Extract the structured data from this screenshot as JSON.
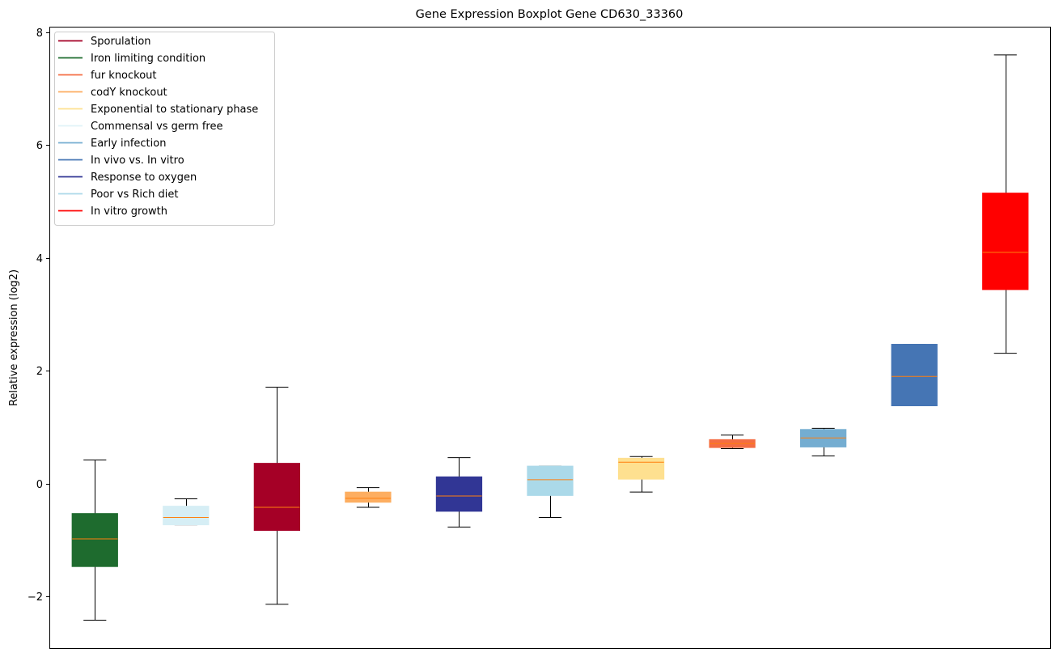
{
  "chart_data": {
    "type": "boxplot",
    "title": "Gene Expression Boxplot Gene CD630_33360",
    "xlabel": "",
    "ylabel": "Relative expression (log2)",
    "ylim": [
      -2.93,
      8.1
    ],
    "yticks": [
      -2,
      0,
      2,
      4,
      6,
      8
    ],
    "ytick_labels": [
      "−2",
      "0",
      "2",
      "4",
      "6",
      "8"
    ],
    "grid": false,
    "legend_position": "upper-left",
    "legend": [
      {
        "label": "Sporulation",
        "color": "#a50026"
      },
      {
        "label": "Iron limiting condition",
        "color": "#1e6b2e"
      },
      {
        "label": "fur knockout",
        "color": "#f46d43"
      },
      {
        "label": "codY knockout",
        "color": "#fdae61"
      },
      {
        "label": "Exponential to stationary phase",
        "color": "#fee090"
      },
      {
        "label": "Commensal vs germ free",
        "color": "#e0f3f8"
      },
      {
        "label": "Early infection",
        "color": "#74add1"
      },
      {
        "label": "In vivo vs. In vitro",
        "color": "#4575b4"
      },
      {
        "label": "Response to oxygen",
        "color": "#313695"
      },
      {
        "label": "Poor vs Rich diet",
        "color": "#abd9e9"
      },
      {
        "label": "In vitro growth",
        "color": "#ff0000"
      }
    ],
    "boxes": [
      {
        "color": "#1e6b2e",
        "whislo": -2.42,
        "q1": -1.47,
        "med": -0.98,
        "q3": -0.53,
        "whishi": 0.42
      },
      {
        "color": "#d6eef5",
        "whislo": -0.73,
        "q1": -0.73,
        "med": -0.6,
        "q3": -0.4,
        "whishi": -0.27
      },
      {
        "color": "#a50026",
        "whislo": -2.14,
        "q1": -0.83,
        "med": -0.42,
        "q3": 0.36,
        "whishi": 1.71
      },
      {
        "color": "#fdae61",
        "whislo": -0.42,
        "q1": -0.33,
        "med": -0.26,
        "q3": -0.15,
        "whishi": -0.07
      },
      {
        "color": "#313695",
        "whislo": -0.77,
        "q1": -0.49,
        "med": -0.22,
        "q3": 0.12,
        "whishi": 0.46
      },
      {
        "color": "#abd9e9",
        "whislo": -0.6,
        "q1": -0.21,
        "med": 0.07,
        "q3": 0.31,
        "whishi": 0.31
      },
      {
        "color": "#fee090",
        "whislo": -0.15,
        "q1": 0.08,
        "med": 0.38,
        "q3": 0.45,
        "whishi": 0.48
      },
      {
        "color": "#f46d43",
        "whislo": 0.62,
        "q1": 0.64,
        "med": 0.71,
        "q3": 0.78,
        "whishi": 0.86
      },
      {
        "color": "#74add1",
        "whislo": 0.49,
        "q1": 0.65,
        "med": 0.81,
        "q3": 0.96,
        "whishi": 0.98
      },
      {
        "color": "#4575b4",
        "whislo": 1.38,
        "q1": 1.38,
        "med": 1.9,
        "q3": 2.47,
        "whishi": 2.47
      },
      {
        "color": "#ff0000",
        "whislo": 2.31,
        "q1": 3.44,
        "med": 4.1,
        "q3": 5.15,
        "whishi": 7.6
      }
    ],
    "median_color": "#ff7f0e"
  }
}
